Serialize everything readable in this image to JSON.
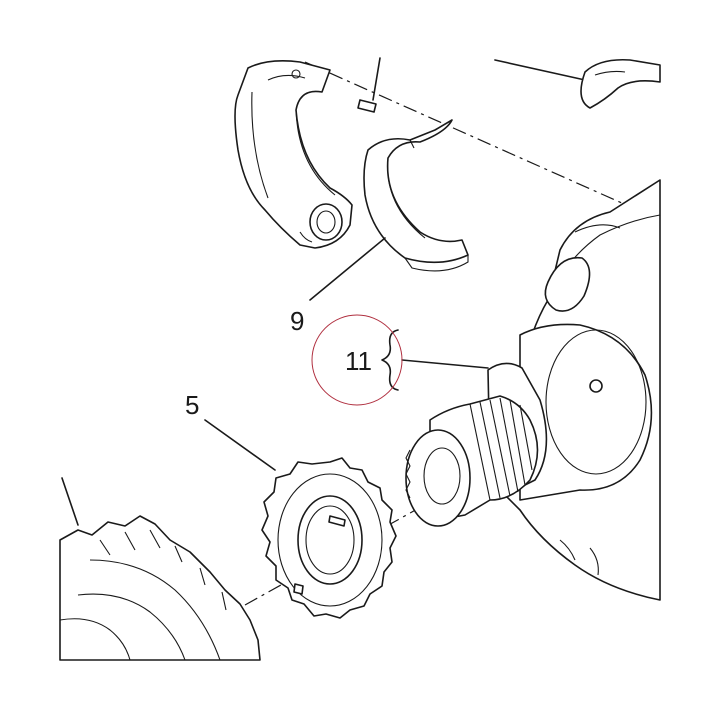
{
  "callouts": {
    "part_9": "9",
    "part_11": "11",
    "part_5": "5"
  },
  "colors": {
    "line": "#1a1a1a",
    "highlight_circle": "#b03040",
    "background": "#ffffff"
  }
}
